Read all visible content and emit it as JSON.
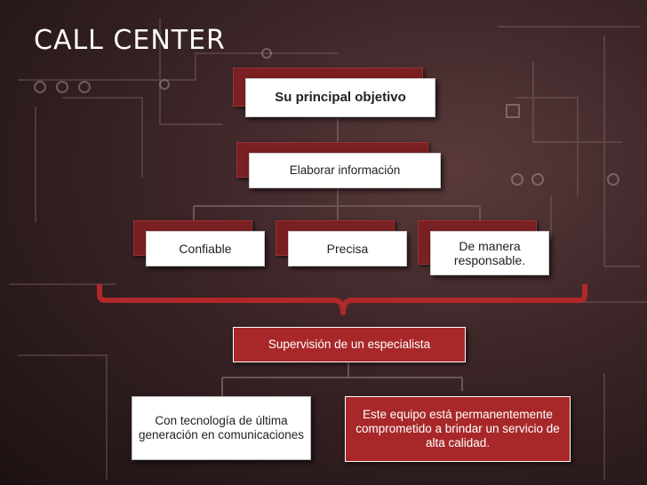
{
  "slide": {
    "title": "CALL CENTER"
  },
  "diagram": {
    "top": "Su principal objetivo",
    "second": "Elaborar información",
    "qualities": [
      "Confiable",
      "Precisa",
      "De manera responsable."
    ],
    "supervision": "Supervisión de un especialista",
    "details": [
      "Con tecnología de última generación en comunicaciones",
      "Este equipo está permanentemente comprometido a brindar un servicio de alta calidad."
    ]
  },
  "colors": {
    "accent": "#a8282a",
    "back_panel": "#7a1f22",
    "text_on_white": "#222222",
    "text_on_red": "#ffffff"
  }
}
